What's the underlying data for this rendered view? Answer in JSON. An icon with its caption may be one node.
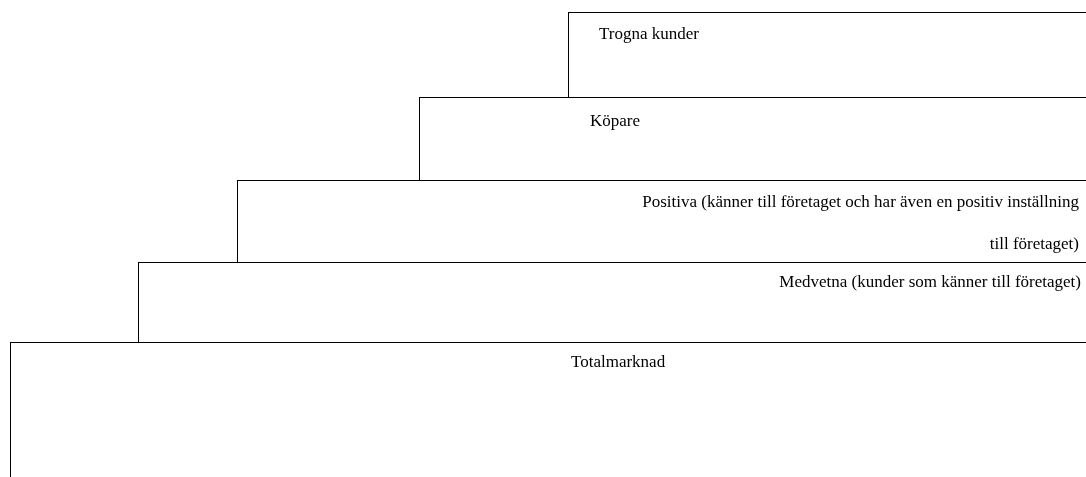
{
  "diagram": {
    "nodes": [
      {
        "text": [
          "Trogna kunder"
        ]
      },
      {
        "text": [
          "Köpare"
        ]
      },
      {
        "text": [
          "Positiva (känner till företaget och har även en positiv inställning till företaget)"
        ]
      },
      {
        "text": [
          "Medvetna (kunder som känner till företaget)"
        ]
      },
      {
        "text": [
          "Totalmarknad"
        ]
      }
    ]
  }
}
